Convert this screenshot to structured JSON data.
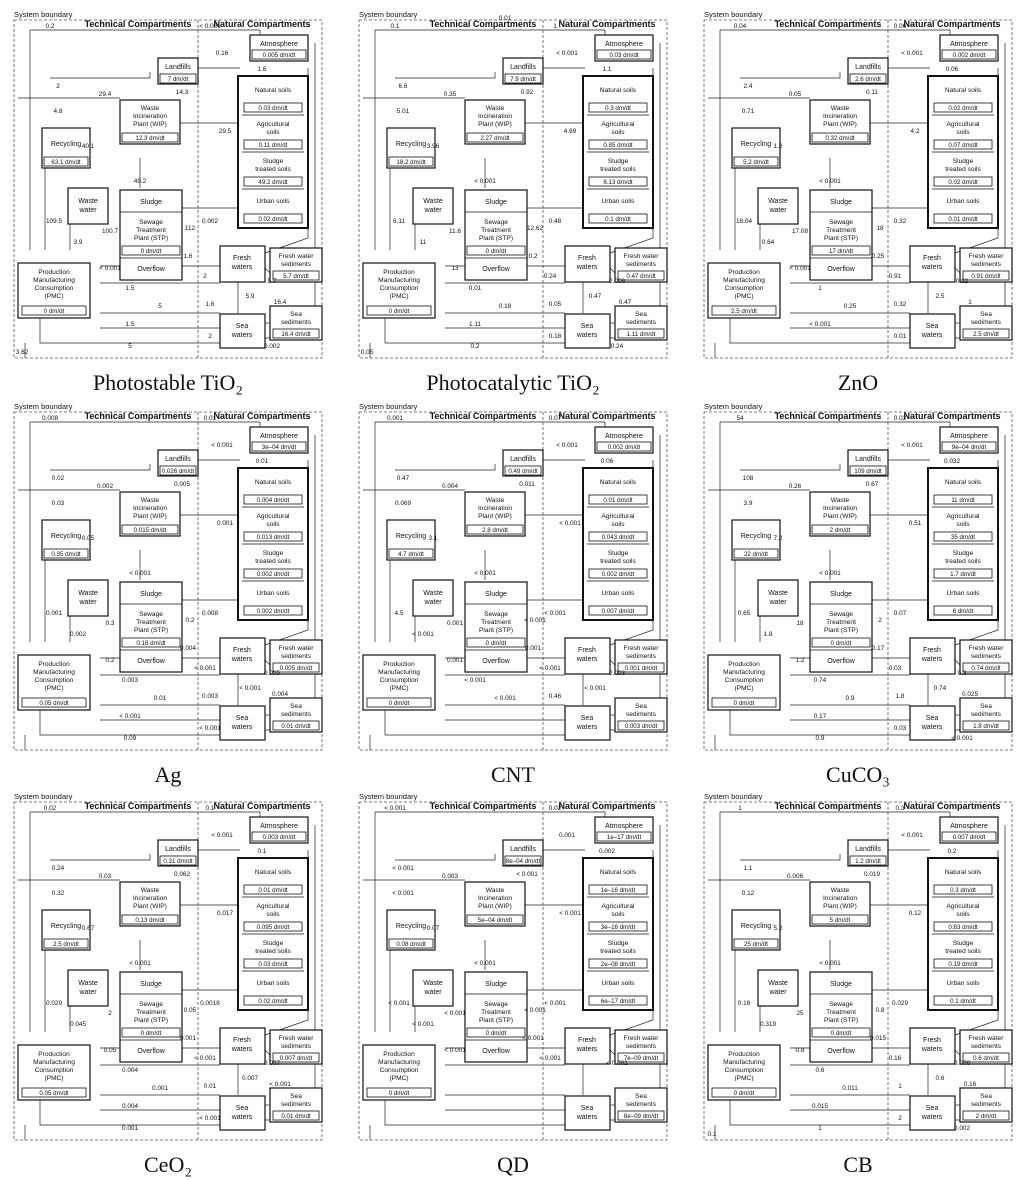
{
  "labels": {
    "system_boundary": "System boundary",
    "technical": "Technical Compartments",
    "natural": "Natural Compartments",
    "atmosphere": "Atmosphere",
    "landfills": "Landfills",
    "waste_incineration": [
      "Waste",
      "Incineration",
      "Plant (WIP)"
    ],
    "recycling": "Recycling",
    "waste_water": [
      "Waste",
      "water"
    ],
    "sludge": "Sludge",
    "stp": [
      "Sewage",
      "Treatment",
      "Plant (STP)"
    ],
    "overflow": "Overflow",
    "pmc": [
      "Production",
      "Manufacturing",
      "Consumption",
      "(PMC)"
    ],
    "natural_soils": "Natural soils",
    "agricultural_soils": [
      "Agricultural",
      "soils"
    ],
    "sludge_treated_soils": [
      "Sludge",
      "treated soils"
    ],
    "urban_soils": "Urban soils",
    "fresh_waters": [
      "Fresh",
      "waters"
    ],
    "fresh_water_sediments": [
      "Fresh water",
      "sediments"
    ],
    "sea_waters": [
      "Sea",
      "waters"
    ],
    "sea_sediments": [
      "Sea",
      "sediments"
    ]
  },
  "panels": [
    {
      "caption": "Photostable TiO₂",
      "stocks": {
        "atmosphere": "0.005 dm/dt",
        "landfills": "7 dm/dt",
        "wip": "12.3 dm/dt",
        "recycling": "63.1 dm/dt",
        "stp": "0 dm/dt",
        "pmc": "0 dm/dt",
        "natural_soils": "0.03 dm/dt",
        "agricultural_soils": "0.11 dm/dt",
        "sludge_treated_soils": "49.2 dm/dt",
        "urban_soils": "0.02 dm/dt",
        "fresh_water_sediments": "5.7 dm/dt",
        "sea_sediments": "16.4 dm/dt"
      },
      "flows": [
        "0.2",
        "< 0.001",
        "0.16",
        "1.6",
        "2",
        "29.4",
        "4.8",
        "14.3",
        "40.1",
        "49.2",
        "29.5",
        "109.5",
        "100.7",
        "112",
        "3.9",
        "< 0.001",
        "0.002",
        "1.6",
        "2",
        "5.7",
        "1.5",
        "5.9",
        "5",
        "1.6",
        "16.4",
        "1.5",
        "2",
        "5",
        "0.002",
        "3.62"
      ]
    },
    {
      "caption": "Photocatalytic TiO₂",
      "stocks": {
        "atmosphere": "0.03 dm/dt",
        "landfills": "7.9 dm/dt",
        "wip": "2.27 dm/dt",
        "recycling": "18.2 dm/dt",
        "stp": "0 dm/dt",
        "pmc": "0 dm/dt",
        "natural_soils": "0.3 dm/dt",
        "agricultural_soils": "0.85 dm/dt",
        "sludge_treated_soils": "6.13 dm/dt",
        "urban_soils": "0.1 dm/dt",
        "fresh_water_sediments": "0.47 dm/dt",
        "sea_sediments": "1.11 dm/dt"
      },
      "flows": [
        "0.1",
        "1",
        "< 0.001",
        "1.1",
        "6.6",
        "0.35",
        "5.01",
        "0.92",
        "3.96",
        "< 0.001",
        "4.69",
        "6.11",
        "11.6",
        "12.62",
        "11",
        "13",
        "0.48",
        "0.2",
        "0.24",
        "0.006",
        "0.01",
        "0.47",
        "0.18",
        "0.05",
        "0.47",
        "1.11",
        "0.18",
        "0.2",
        "0.24",
        "0.05",
        "0.01"
      ]
    },
    {
      "caption": "ZnO",
      "stocks": {
        "atmosphere": "0.002 dm/dt",
        "landfills": "2.6 dm/dt",
        "wip": "0.32 dm/dt",
        "recycling": "5.2 dm/dt",
        "stp": "17 dm/dt",
        "pmc": "2.5 dm/dt",
        "natural_soils": "0.02 dm/dt",
        "agricultural_soils": "0.07 dm/dt",
        "sludge_treated_soils": "0.02 dm/dt",
        "urban_soils": "0.01 dm/dt",
        "fresh_water_sediments": "0.91 dm/dt",
        "sea_sediments": "2.5 dm/dt"
      },
      "flows": [
        "0.04",
        "0.06",
        "< 0.001",
        "0.06",
        "2.4",
        "0.05",
        "0.71",
        "0.11",
        "1.2",
        "< 0.001",
        "4.2",
        "18.04",
        "17.08",
        "18",
        "0.64",
        "< 0.001",
        "0.32",
        "0.25",
        "0.91",
        "0.92",
        "1",
        "2.5",
        "0.25",
        "0.32",
        "1",
        "< 0.001",
        "0.01"
      ]
    },
    {
      "caption": "Ag",
      "stocks": {
        "atmosphere": "3e–04 dm/dt",
        "landfills": "0.026 dm/dt",
        "wip": "0.015 dm/dt",
        "recycling": "0.35 dm/dt",
        "stp": "0.18 dm/dt",
        "pmc": "0.05 dm/dt",
        "natural_soils": "0.004 dm/dt",
        "agricultural_soils": "0.013 dm/dt",
        "sludge_treated_soils": "0.002 dm/dt",
        "urban_soils": "0.002 dm/dt",
        "fresh_water_sediments": "0.005 dm/dt",
        "sea_sediments": "0.01 dm/dt"
      },
      "flows": [
        "0.008",
        "0.01",
        "< 0.001",
        "0.01",
        "0.02",
        "0.002",
        "0.03",
        "0.005",
        "0.05",
        "< 0.001",
        "0.001",
        "0.001",
        "0.3",
        "0.2",
        "0.002",
        "0.2",
        "0.008",
        "0.004",
        "< 0.001",
        "0.005",
        "0.003",
        "< 0.001",
        "0.01",
        "0.003",
        "0.004",
        "< 0.001",
        "< 0.001",
        "0.09"
      ]
    },
    {
      "caption": "CNT",
      "stocks": {
        "atmosphere": "0.002 dm/dt",
        "landfills": "0.49 dm/dt",
        "wip": "2.8 dm/dt",
        "recycling": "4.7 dm/dt",
        "stp": "0 dm/dt",
        "pmc": "0 dm/dt",
        "natural_soils": "0.01 dm/dt",
        "agricultural_soils": "0.043 dm/dt",
        "sludge_treated_soils": "0.002 dm/dt",
        "urban_soils": "0.007 dm/dt",
        "fresh_water_sediments": "0.001 dm/dt",
        "sea_sediments": "0.003 dm/dt"
      },
      "flows": [
        "0.001",
        "0.07",
        "< 0.001",
        "0.06",
        "0.47",
        "0.004",
        "0.069",
        "0.011",
        "3.1",
        "< 0.001",
        "< 0.001",
        "4.5",
        "0.001",
        "< 0.001",
        "< 0.001",
        "0.001",
        "< 0.001",
        "0.001",
        "< 0.001",
        "0.003",
        "< 0.001",
        "< 0.001",
        "< 0.001",
        "0.46"
      ]
    },
    {
      "caption": "CuCO₃",
      "stocks": {
        "atmosphere": "9e–04 dm/dt",
        "landfills": "109 dm/dt",
        "wip": "2 dm/dt",
        "recycling": "22 dm/dt",
        "stp": "0 dm/dt",
        "pmc": "0 dm/dt",
        "natural_soils": "11 dm/dt",
        "agricultural_soils": "35 dm/dt",
        "sludge_treated_soils": "1.7 dm/dt",
        "urban_soils": "6 dm/dt",
        "fresh_water_sediments": "0.74 dm/dt",
        "sea_sediments": "1.8 dm/dt"
      },
      "flows": [
        "54",
        "0.03",
        "< 0.001",
        "0.032",
        "108",
        "0.26",
        "3.9",
        "0.67",
        "7.2",
        "< 0.001",
        "0.51",
        "0.65",
        "18",
        "2",
        "1.8",
        "1.2",
        "0.07",
        "0.17",
        "0.03",
        "0.3",
        "0.74",
        "0.74",
        "0.9",
        "1.8",
        "0.025",
        "0.17",
        "0.03",
        "0.9",
        "< 0.001"
      ]
    },
    {
      "caption": "CeO₂",
      "stocks": {
        "atmosphere": "0.003 dm/dt",
        "landfills": "0.31 dm/dt",
        "wip": "0.13 dm/dt",
        "recycling": "2.5 dm/dt",
        "stp": "0 dm/dt",
        "pmc": "0.05 dm/dt",
        "natural_soils": "0.01 dm/dt",
        "agricultural_soils": "0.095 dm/dt",
        "sludge_treated_soils": "0.03 dm/dt",
        "urban_soils": "0.02 dm/dt",
        "fresh_water_sediments": "0.007 dm/dt",
        "sea_sediments": "0.01 dm/dt"
      },
      "flows": [
        "0.02",
        "0.1",
        "< 0.001",
        "0.1",
        "0.24",
        "0.03",
        "0.32",
        "0.062",
        "0.67",
        "< 0.001",
        "0.017",
        "0.029",
        "2",
        "0.05",
        "0.045",
        "0.05",
        "0.0018",
        "0.001",
        "< 0.001",
        "0.007",
        "0.004",
        "0.007",
        "0.001",
        "0.01",
        "< 0.001",
        "0.004",
        "< 0.001",
        "0.001"
      ]
    },
    {
      "caption": "QD",
      "stocks": {
        "atmosphere": "1e–17 dm/dt",
        "landfills": "8e–04 dm/dt",
        "wip": "5e–04 dm/dt",
        "recycling": "0.08 dm/dt",
        "stp": "0 dm/dt",
        "pmc": "0 dm/dt",
        "natural_soils": "1e–16 dm/dt",
        "agricultural_soils": "3e–16 dm/dt",
        "sludge_treated_soils": "2e–08 dm/dt",
        "urban_soils": "6e–17 dm/dt",
        "fresh_water_sediments": "7e–09 dm/dt",
        "sea_sediments": "8e–09 dm/dt"
      },
      "flows": [
        "< 0.001",
        "0.02",
        "0.001",
        "0.002",
        "< 0.001",
        "0.003",
        "< 0.001",
        "< 0.001",
        "0.07",
        "< 0.001",
        "< 0.001",
        "< 0.001",
        "< 0.001",
        "< 0.001",
        "< 0.001",
        "< 0.001",
        "< 0.001",
        "< 0.001",
        "< 0.001",
        "< 0.001"
      ]
    },
    {
      "caption": "CB",
      "stocks": {
        "atmosphere": "0.007 dm/dt",
        "landfills": "1.2 dm/dt",
        "wip": "5 dm/dt",
        "recycling": "25 dm/dt",
        "stp": "0 dm/dt",
        "pmc": "0 dm/dt",
        "natural_soils": "0.3 dm/dt",
        "agricultural_soils": "0.83 dm/dt",
        "sludge_treated_soils": "0.19 dm/dt",
        "urban_soils": "0.1 dm/dt",
        "fresh_water_sediments": "0.6 dm/dt",
        "sea_sediments": "2 dm/dt"
      },
      "flows": [
        "1",
        "0.3",
        "< 0.001",
        "0.2",
        "1.1",
        "0.006",
        "0.12",
        "0.019",
        "5.2",
        "< 0.001",
        "0.12",
        "0.16",
        "25",
        "0.8",
        "0.319",
        "0.8",
        "0.029",
        "0.015",
        "0.16",
        "0.006",
        "0.6",
        "0.6",
        "0.011",
        "1",
        "0.16",
        "0.015",
        "2",
        "1",
        "0.002",
        "0.1"
      ]
    }
  ]
}
